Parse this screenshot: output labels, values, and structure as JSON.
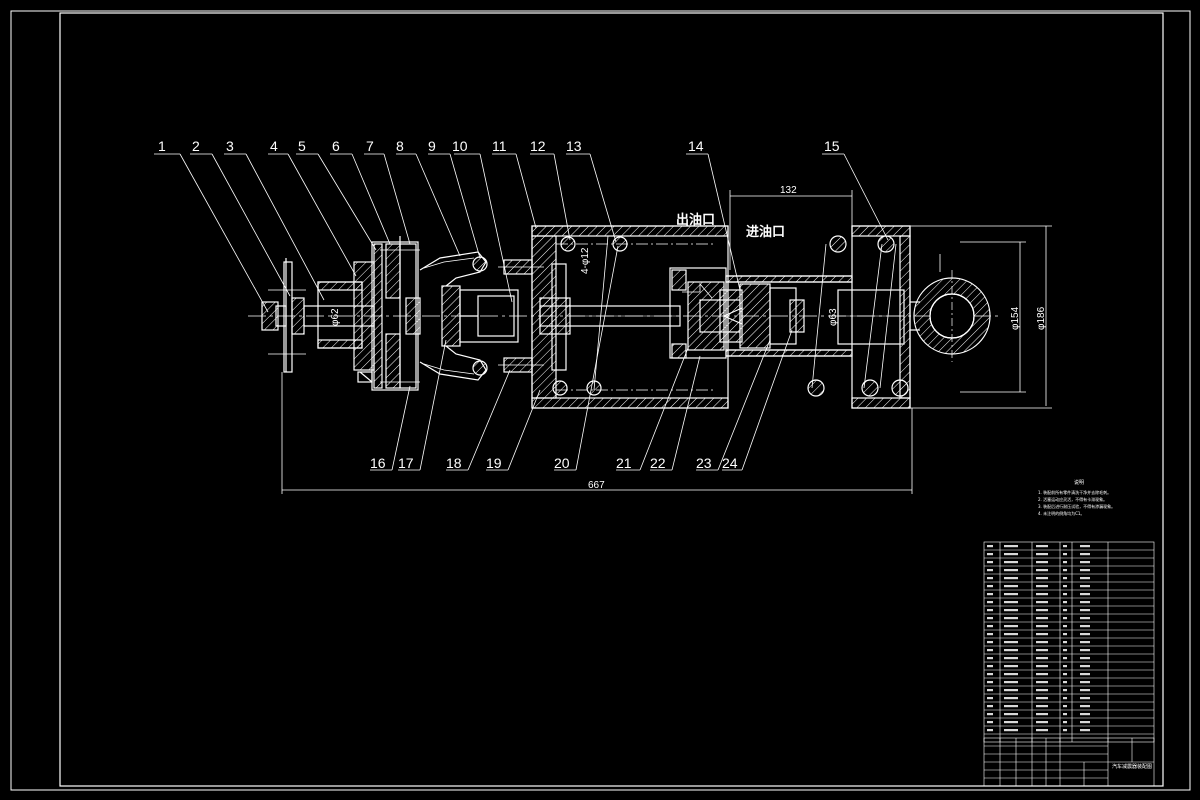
{
  "part_numbers_top": [
    "1",
    "2",
    "3",
    "4",
    "5",
    "6",
    "7",
    "8",
    "9",
    "10",
    "11",
    "12",
    "13",
    "14",
    "15"
  ],
  "part_numbers_bottom": [
    "16",
    "17",
    "18",
    "19",
    "20",
    "21",
    "22",
    "23",
    "24"
  ],
  "dimensions": {
    "d_132": "132",
    "d_667": "667",
    "d_154": "φ154",
    "d_186": "φ186",
    "d_62": "φ62",
    "d_12": "4-φ12",
    "d_63": "φ63"
  },
  "labels": {
    "oil_out": "出油口",
    "oil_in": "进油口"
  },
  "notes": {
    "title": "说明",
    "lines": [
      "1. 装配前所有零件清洗干净并去除毛刺。",
      "2. 活塞运动应灵活，不得有卡滞现象。",
      "3. 装配后进行耐压试验，不得有渗漏现象。",
      "4. 未注明的倒角均为C1。"
    ]
  },
  "title_block": {
    "drawing_title": "汽车减震器装配图"
  }
}
